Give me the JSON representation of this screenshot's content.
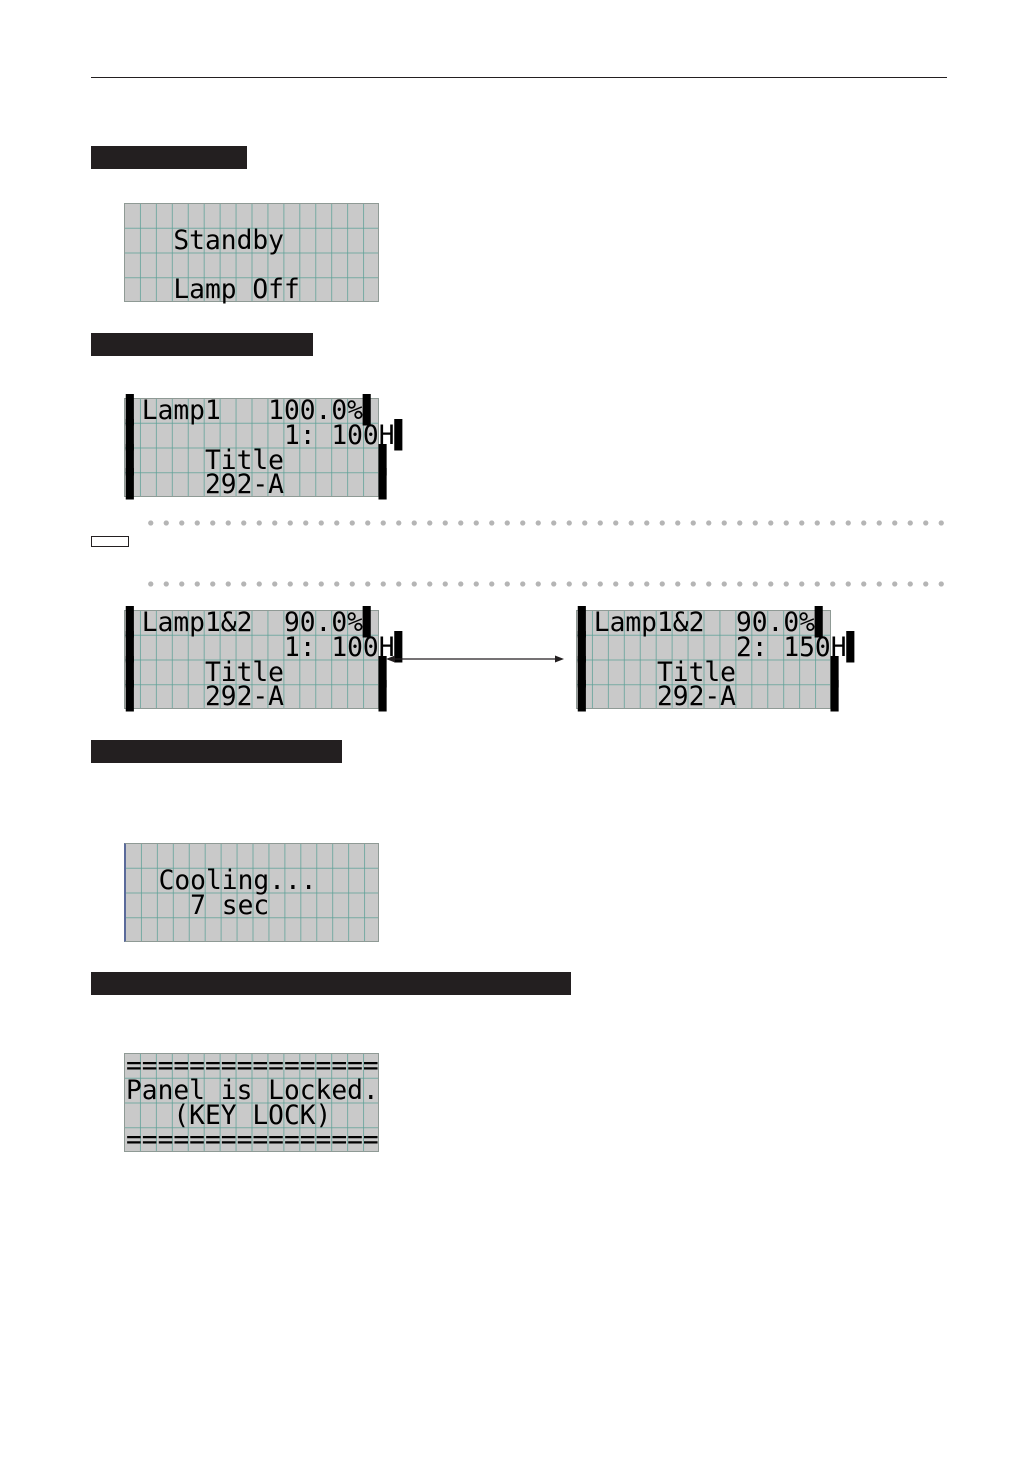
{
  "lcd_standby": {
    "lines": [
      " ",
      "   Standby",
      " ",
      "   Lamp Off"
    ]
  },
  "lcd_single_lamp": {
    "lines": [
      "▌Lamp1   100.0%▌",
      "▌         1: 100H▌",
      "▌    Title      ▌",
      "▌    292-A      ▌"
    ]
  },
  "lcd_dual_lamp_1": {
    "lines": [
      "▌Lamp1&2  90.0%▌",
      "▌         1: 100H▌",
      "▌    Title      ▌",
      "▌    292-A      ▌"
    ]
  },
  "lcd_dual_lamp_2": {
    "lines": [
      "▌Lamp1&2  90.0%▌",
      "▌         2: 150H▌",
      "▌    Title      ▌",
      "▌    292-A      ▌"
    ]
  },
  "lcd_cooling": {
    "lines": [
      " ",
      "  Cooling...",
      "    7 sec",
      " "
    ]
  },
  "lcd_keylock": {
    "lines": [
      "================",
      "Panel is Locked.",
      "   (KEY LOCK)",
      "================"
    ]
  },
  "colors": {
    "bar": "#231f20",
    "lcd_bg": "#c9c9c9",
    "lcd_grid": "#5ca096"
  }
}
